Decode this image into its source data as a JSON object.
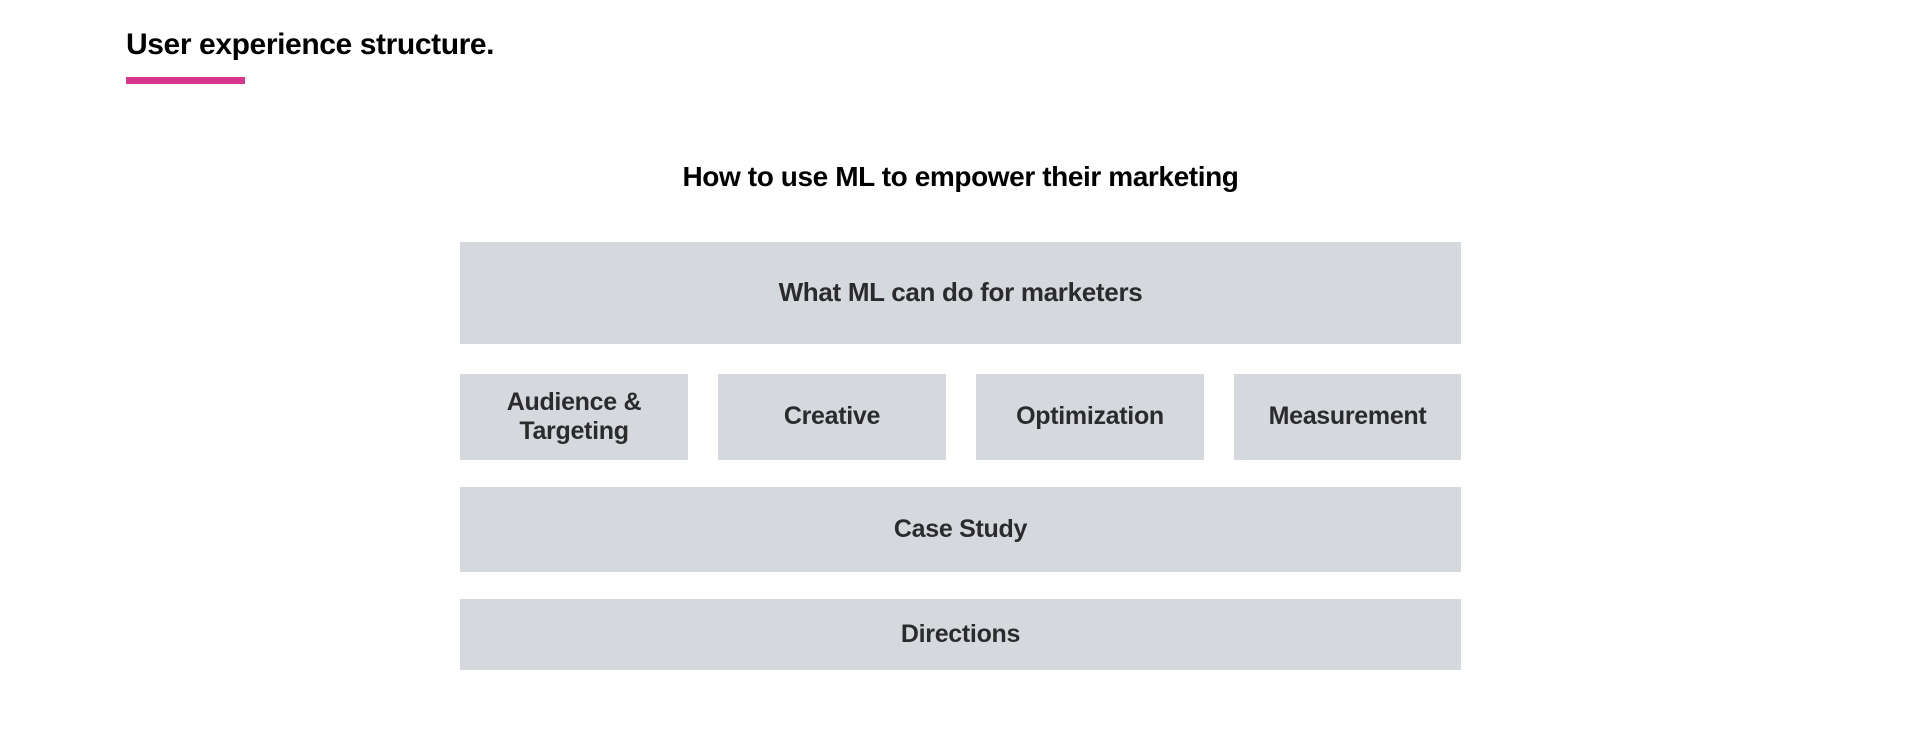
{
  "slide": {
    "title": "User experience structure.",
    "accent_color": "#D9368D",
    "background_color": "#FFFFFF"
  },
  "diagram": {
    "heading": "How to use ML to empower their marketing",
    "node_fill_color": "#D5D9DE",
    "node_text_color": "#2B2B2E",
    "levels": [
      {
        "name": "level-1",
        "nodes": [
          {
            "label": "What ML can do for marketers"
          }
        ]
      },
      {
        "name": "level-2",
        "nodes": [
          {
            "label": "Audience & Targeting"
          },
          {
            "label": "Creative"
          },
          {
            "label": "Optimization"
          },
          {
            "label": "Measurement"
          }
        ]
      },
      {
        "name": "level-3",
        "nodes": [
          {
            "label": "Case Study"
          }
        ]
      },
      {
        "name": "level-4",
        "nodes": [
          {
            "label": "Directions"
          }
        ]
      }
    ]
  }
}
